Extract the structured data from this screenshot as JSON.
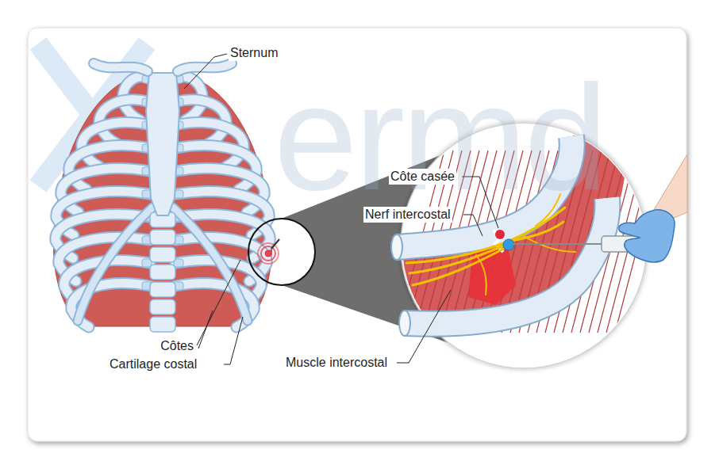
{
  "diagram": {
    "labels": [
      "ermd",
      "Sternum",
      "Côte casée",
      "Nerf intercostal",
      "Muscle intercostal",
      "Côtes",
      "Cartilage costal"
    ]
  }
}
